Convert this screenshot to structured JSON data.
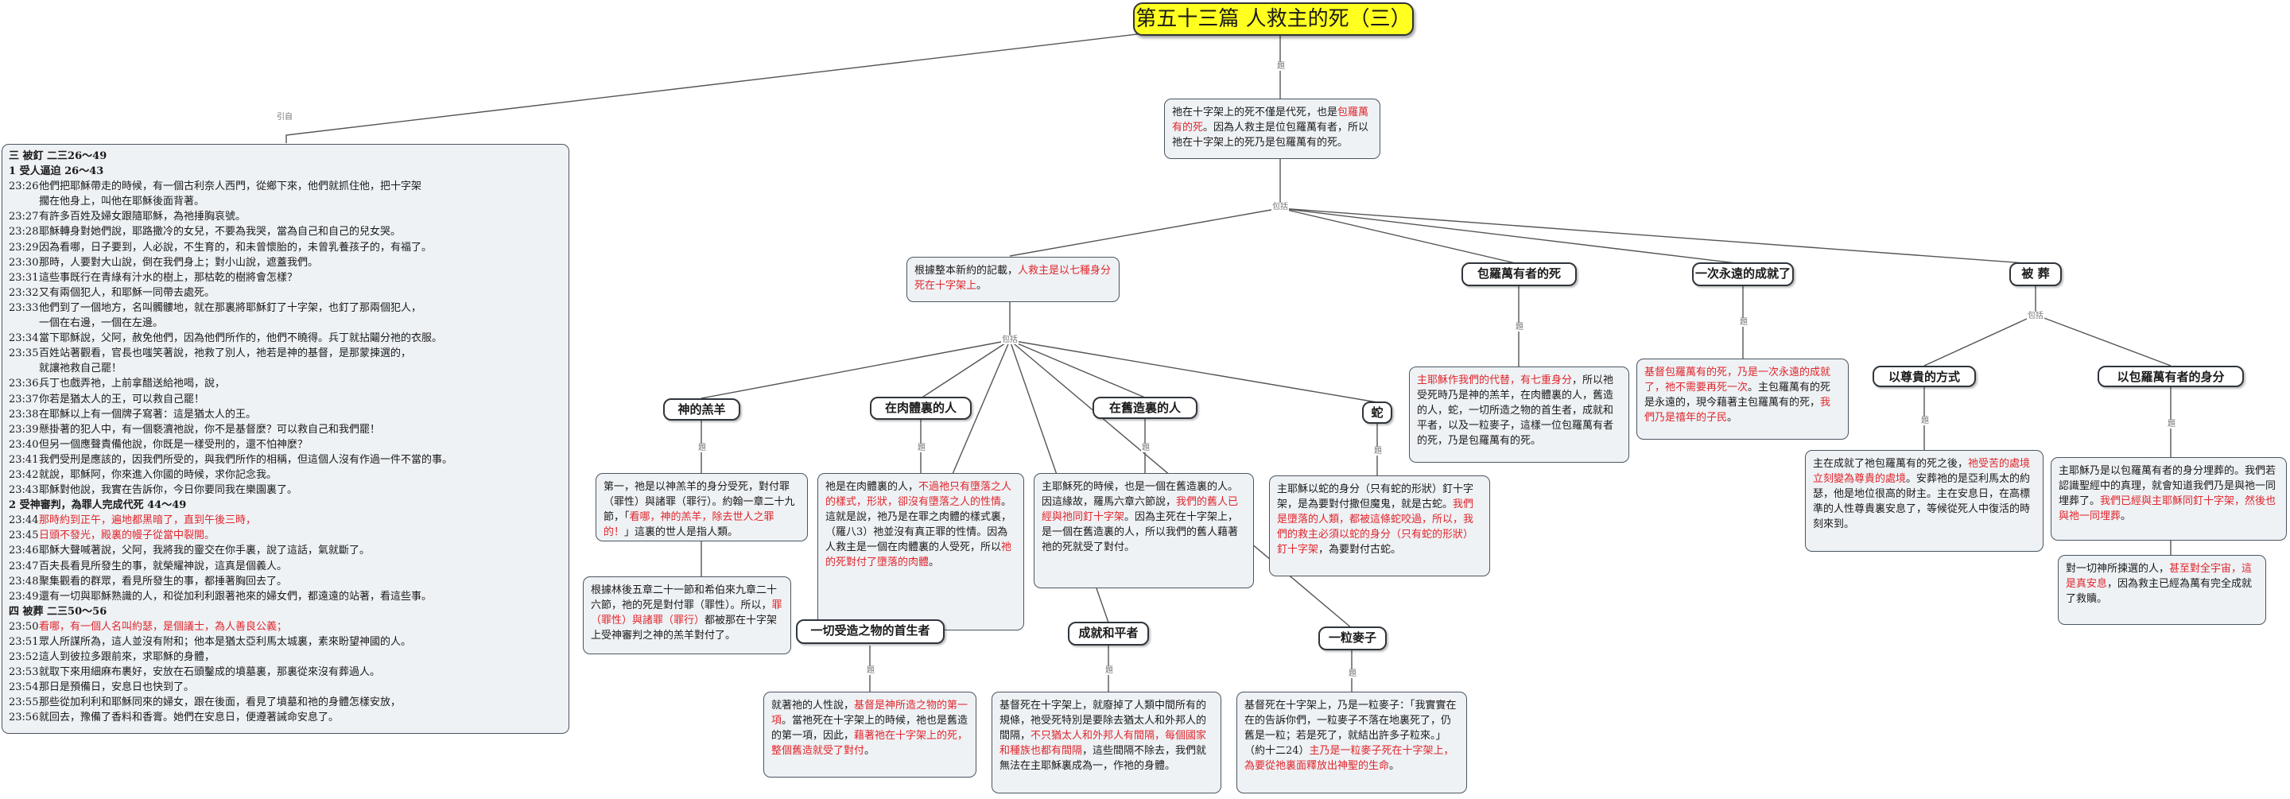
{
  "root": {
    "title": "第五十三篇 人救主的死（三）"
  },
  "labels": {
    "yinzi": "引自",
    "ti": "題",
    "baokuo": "包括"
  },
  "summary": {
    "pre": "祂在十字架上的死不僅是代死，也是",
    "red": "包羅萬有的死",
    "post": "。因為人救主是位包羅萬有者，所以祂在十字架上的死乃是包羅萬有的死。"
  },
  "scripture": {
    "lines": [
      {
        "t": "三 被釘 二三26～49",
        "b": 1
      },
      {
        "t": "1 受人逼迫 26～43",
        "b": 1
      },
      {
        "v": "23:26",
        "t": "他們把耶穌帶走的時候，有一個古利奈人西門，從鄉下來，他們就抓住他，把十字架"
      },
      {
        "t": "擱在他身上，叫他在耶穌後面背著。"
      },
      {
        "v": "23:27",
        "t": "有許多百姓及婦女跟隨耶穌，為祂捶胸哀號。"
      },
      {
        "v": "23:28",
        "t": "耶穌轉身對她們說，耶路撒冷的女兒，不要為我哭，當為自己和自己的兒女哭。"
      },
      {
        "v": "23:29",
        "t": "因為看哪，日子要到，人必說，不生育的，和未曾懷胎的，未曾乳養孩子的，有福了。"
      },
      {
        "v": "23:30",
        "t": "那時，人要對大山說，倒在我們身上；對小山說，遮蓋我們。"
      },
      {
        "v": "23:31",
        "t": "這些事既行在青綠有汁水的樹上，那枯乾的樹將會怎樣？"
      },
      {
        "v": "23:32",
        "t": "又有兩個犯人，和耶穌一同帶去處死。"
      },
      {
        "v": "23:33",
        "t": "他們到了一個地方，名叫髑髏地，就在那裏將耶穌釘了十字架，也釘了那兩個犯人，"
      },
      {
        "t": "一個在右邊，一個在左邊。"
      },
      {
        "v": "23:34",
        "t": "當下耶穌說，父阿，赦免他們，因為他們所作的，他們不曉得。兵丁就拈鬮分祂的衣服。"
      },
      {
        "v": "23:35",
        "t": "百姓站著觀看，官長也嗤笑著說，祂救了別人，祂若是神的基督，是那蒙揀選的，"
      },
      {
        "t": "就讓祂救自己罷！"
      },
      {
        "v": "23:36",
        "t": "兵丁也戲弄祂，上前拿醋送給祂喝，說，"
      },
      {
        "v": "23:37",
        "t": "你若是猶太人的王，可以救自己罷！"
      },
      {
        "v": "23:38",
        "t": "在耶穌以上有一個牌子寫著：這是猶太人的王。"
      },
      {
        "v": "23:39",
        "t": "懸掛著的犯人中，有一個褻瀆祂說，你不是基督麼？可以救自己和我們罷！"
      },
      {
        "v": "23:40",
        "t": "但另一個應聲責備他說，你既是一樣受刑的，還不怕神麼？"
      },
      {
        "v": "23:41",
        "t": "我們受刑是應該的，因我們所受的，與我們所作的相稱，但這個人沒有作過一件不當的事。"
      },
      {
        "v": "23:42",
        "t": "就說，耶穌阿，你來進入你國的時候，求你記念我。"
      },
      {
        "v": "23:43",
        "t": "耶穌對他說，我實在告訴你，今日你要同我在樂園裏了。"
      },
      {
        "t": "2 受神審判，為罪人完成代死 44～49",
        "b": 1
      },
      {
        "v": "23:44",
        "t": "那時約到正午，遍地都黑暗了，直到午後三時，",
        "r": 1
      },
      {
        "v": "23:45",
        "t": "日頭不發光，殿裏的幔子從當中裂開。",
        "r": 1
      },
      {
        "v": "23:46",
        "t": "耶穌大聲喊著說，父阿，我將我的靈交在你手裏，說了這話，氣就斷了。"
      },
      {
        "v": "23:47",
        "t": "百夫長看見所發生的事，就榮耀神說，這真是個義人。"
      },
      {
        "v": "23:48",
        "t": "聚集觀看的群眾，看見所發生的事，都捶著胸回去了。"
      },
      {
        "v": "23:49",
        "t": "還有一切與耶穌熟識的人，和從加利利跟著祂來的婦女們，都遠遠的站著，看這些事。"
      },
      {
        "t": "四 被葬 二三50～56",
        "b": 1
      },
      {
        "v": "23:50",
        "t": "看哪，有一個人名叫約瑟，是個議士，為人善良公義；",
        "r": 1
      },
      {
        "v": "23:51",
        "t": "眾人所謀所為，這人並沒有附和；他本是猶太亞利馬太城裏，素來盼望神國的人。"
      },
      {
        "v": "23:52",
        "t": "這人到彼拉多跟前來，求耶穌的身體，"
      },
      {
        "v": "23:53",
        "t": "就取下來用細麻布裹好，安放在石頭鑿成的墳墓裏，那裏從來沒有葬過人。"
      },
      {
        "v": "23:54",
        "t": "那日是預備日，安息日也快到了。"
      },
      {
        "v": "23:55",
        "t": "那些從加利利和耶穌同來的婦女，跟在後面，看見了墳墓和祂的身體怎樣安放，"
      },
      {
        "v": "23:56",
        "t": "就回去，豫備了香料和香膏。她們在安息日，便遵著誡命安息了。"
      }
    ]
  },
  "record": {
    "pre": "根據整本新約的記載，",
    "red": "人救主是以七種身分死在十字架上",
    "post": "。"
  },
  "topics": {
    "baoluo": "包羅萬有者的死",
    "yici": "一次永遠的成就了",
    "beizang": "被 葬",
    "shenyang": "神的羔羊",
    "routi": "在肉體裏的人",
    "jiuzao": "在舊造裏的人",
    "she": "蛇",
    "shousheng": "一切受造之物的首生者",
    "chengji": "成就和平者",
    "maizi": "一粒麥子",
    "zungui": "以尊貴的方式",
    "yiquan": "以包羅萬有者的身分"
  },
  "notes": {
    "baoluo": {
      "red": "主耶穌作我們的代替，有七重身分",
      "post": "，所以祂受死時乃是神的羔羊，在肉體裏的人，舊造的人，蛇，一切所造之物的首生者，成就和平者，以及一粒麥子，這樣一位包羅萬有者的死，乃是包羅萬有的死。"
    },
    "yici": {
      "red": "基督包羅萬有的死，乃是一次永遠的成就了，祂不需要再死一次",
      "mid": "。主包羅萬有的死是永遠的，現今藉著主包羅萬有的死，",
      "red2": "我們乃是禧年的子民",
      "post": "。"
    },
    "shenyang1": {
      "pre": "第一，祂是以神羔羊的身分受死，對付罪（罪性）與諸罪（罪行）。約翰一章二十九節，「",
      "red": "看哪，神的羔羊，除去世人之罪的！",
      "post": "」這裏的世人是指人類。"
    },
    "shenyang2": {
      "pre": "根據林後五章二十一節和希伯來九章二十六節，祂的死是對付罪（罪性）。所以，",
      "red": "罪（罪性）與諸罪（罪行）",
      "post": "都被那在十字架上受神審判之神的羔羊對付了。"
    },
    "routi": {
      "pre": "祂是在肉體裏的人，",
      "red": "不過祂只有墮落之人的樣式，形狀，卻沒有墮落之人的性情",
      "mid": "。這就是說，祂乃是在罪之肉體的樣式裏，（羅八3）祂並沒有真正罪的性情。因為人救主是一個在肉體裏的人受死，所以",
      "red2": "祂的死對付了墮落的肉體",
      "post": "。"
    },
    "jiuzao": {
      "pre": "主耶穌死的時候，也是一個在舊造裏的人。因這緣故，羅馬六章六節說，",
      "red": "我們的舊人已經與祂同釘十字架",
      "post": "。因為主死在十字架上，是一個在舊造裏的人，所以我們的舊人藉著祂的死就受了對付。"
    },
    "she": {
      "pre": "主耶穌以蛇的身分（只有蛇的形狀）釘十字架，是為要對付撒但魔鬼，就是古蛇。",
      "red": "我們是墮落的人類，都被這條蛇咬過，所以，我們的救主必須以蛇的身分（只有蛇的形狀）釘十字架",
      "post": "，為要對付古蛇。"
    },
    "shousheng": {
      "pre": "就著祂的人性說，",
      "red": "基督是神所造之物的第一項",
      "mid": "。當祂死在十字架上的時候，祂也是舊造的第一項，因此，",
      "red2": "藉著祂在十字架上的死，整個舊造就受了對付",
      "post": "。"
    },
    "chengji": {
      "pre": "基督死在十字架上，就廢掉了人類中間所有的規條，祂受死特別是要除去猶太人和外邦人的間隔，",
      "red": "不只猶太人和外邦人有間隔，每個國家和種族也都有間隔",
      "post": "，這些間隔不除去，我們就無法在主耶穌裏成為一，作祂的身體。"
    },
    "maizi": {
      "pre": "基督死在十字架上，乃是一粒麥子：「我實實在在的告訴你們，一粒麥子不落在地裏死了，仍舊是一粒；若是死了，就結出許多子粒來。」（約十二24）",
      "red": "主乃是一粒麥子死在十字架上，為要從祂裏面釋放出神聖的生命",
      "post": "。"
    },
    "zungui": {
      "pre": "主在成就了祂包羅萬有的死之後，",
      "red": "祂受苦的處境立刻變為尊貴的處境",
      "post": "。安葬祂的是亞利馬太的約瑟，他是地位很高的財主。主在安息日，在高標準的人性尊貴裏安息了，等候從死人中復活的時刻來到。"
    },
    "yiquan1": {
      "pre": "主耶穌乃是以包羅萬有者的身分埋葬的。我們若認識聖經中的真理，就會知道我們乃是與祂一同埋葬了。",
      "red": "我們已經與主耶穌同釘十字架，然後也與祂一同埋葬",
      "post": "。"
    },
    "yiquan2": {
      "pre": "對一切神所揀選的人，",
      "red": "甚至對全宇宙，這是真安息",
      "post": "，因為救主已經為萬有完全成就了救贖。"
    }
  }
}
